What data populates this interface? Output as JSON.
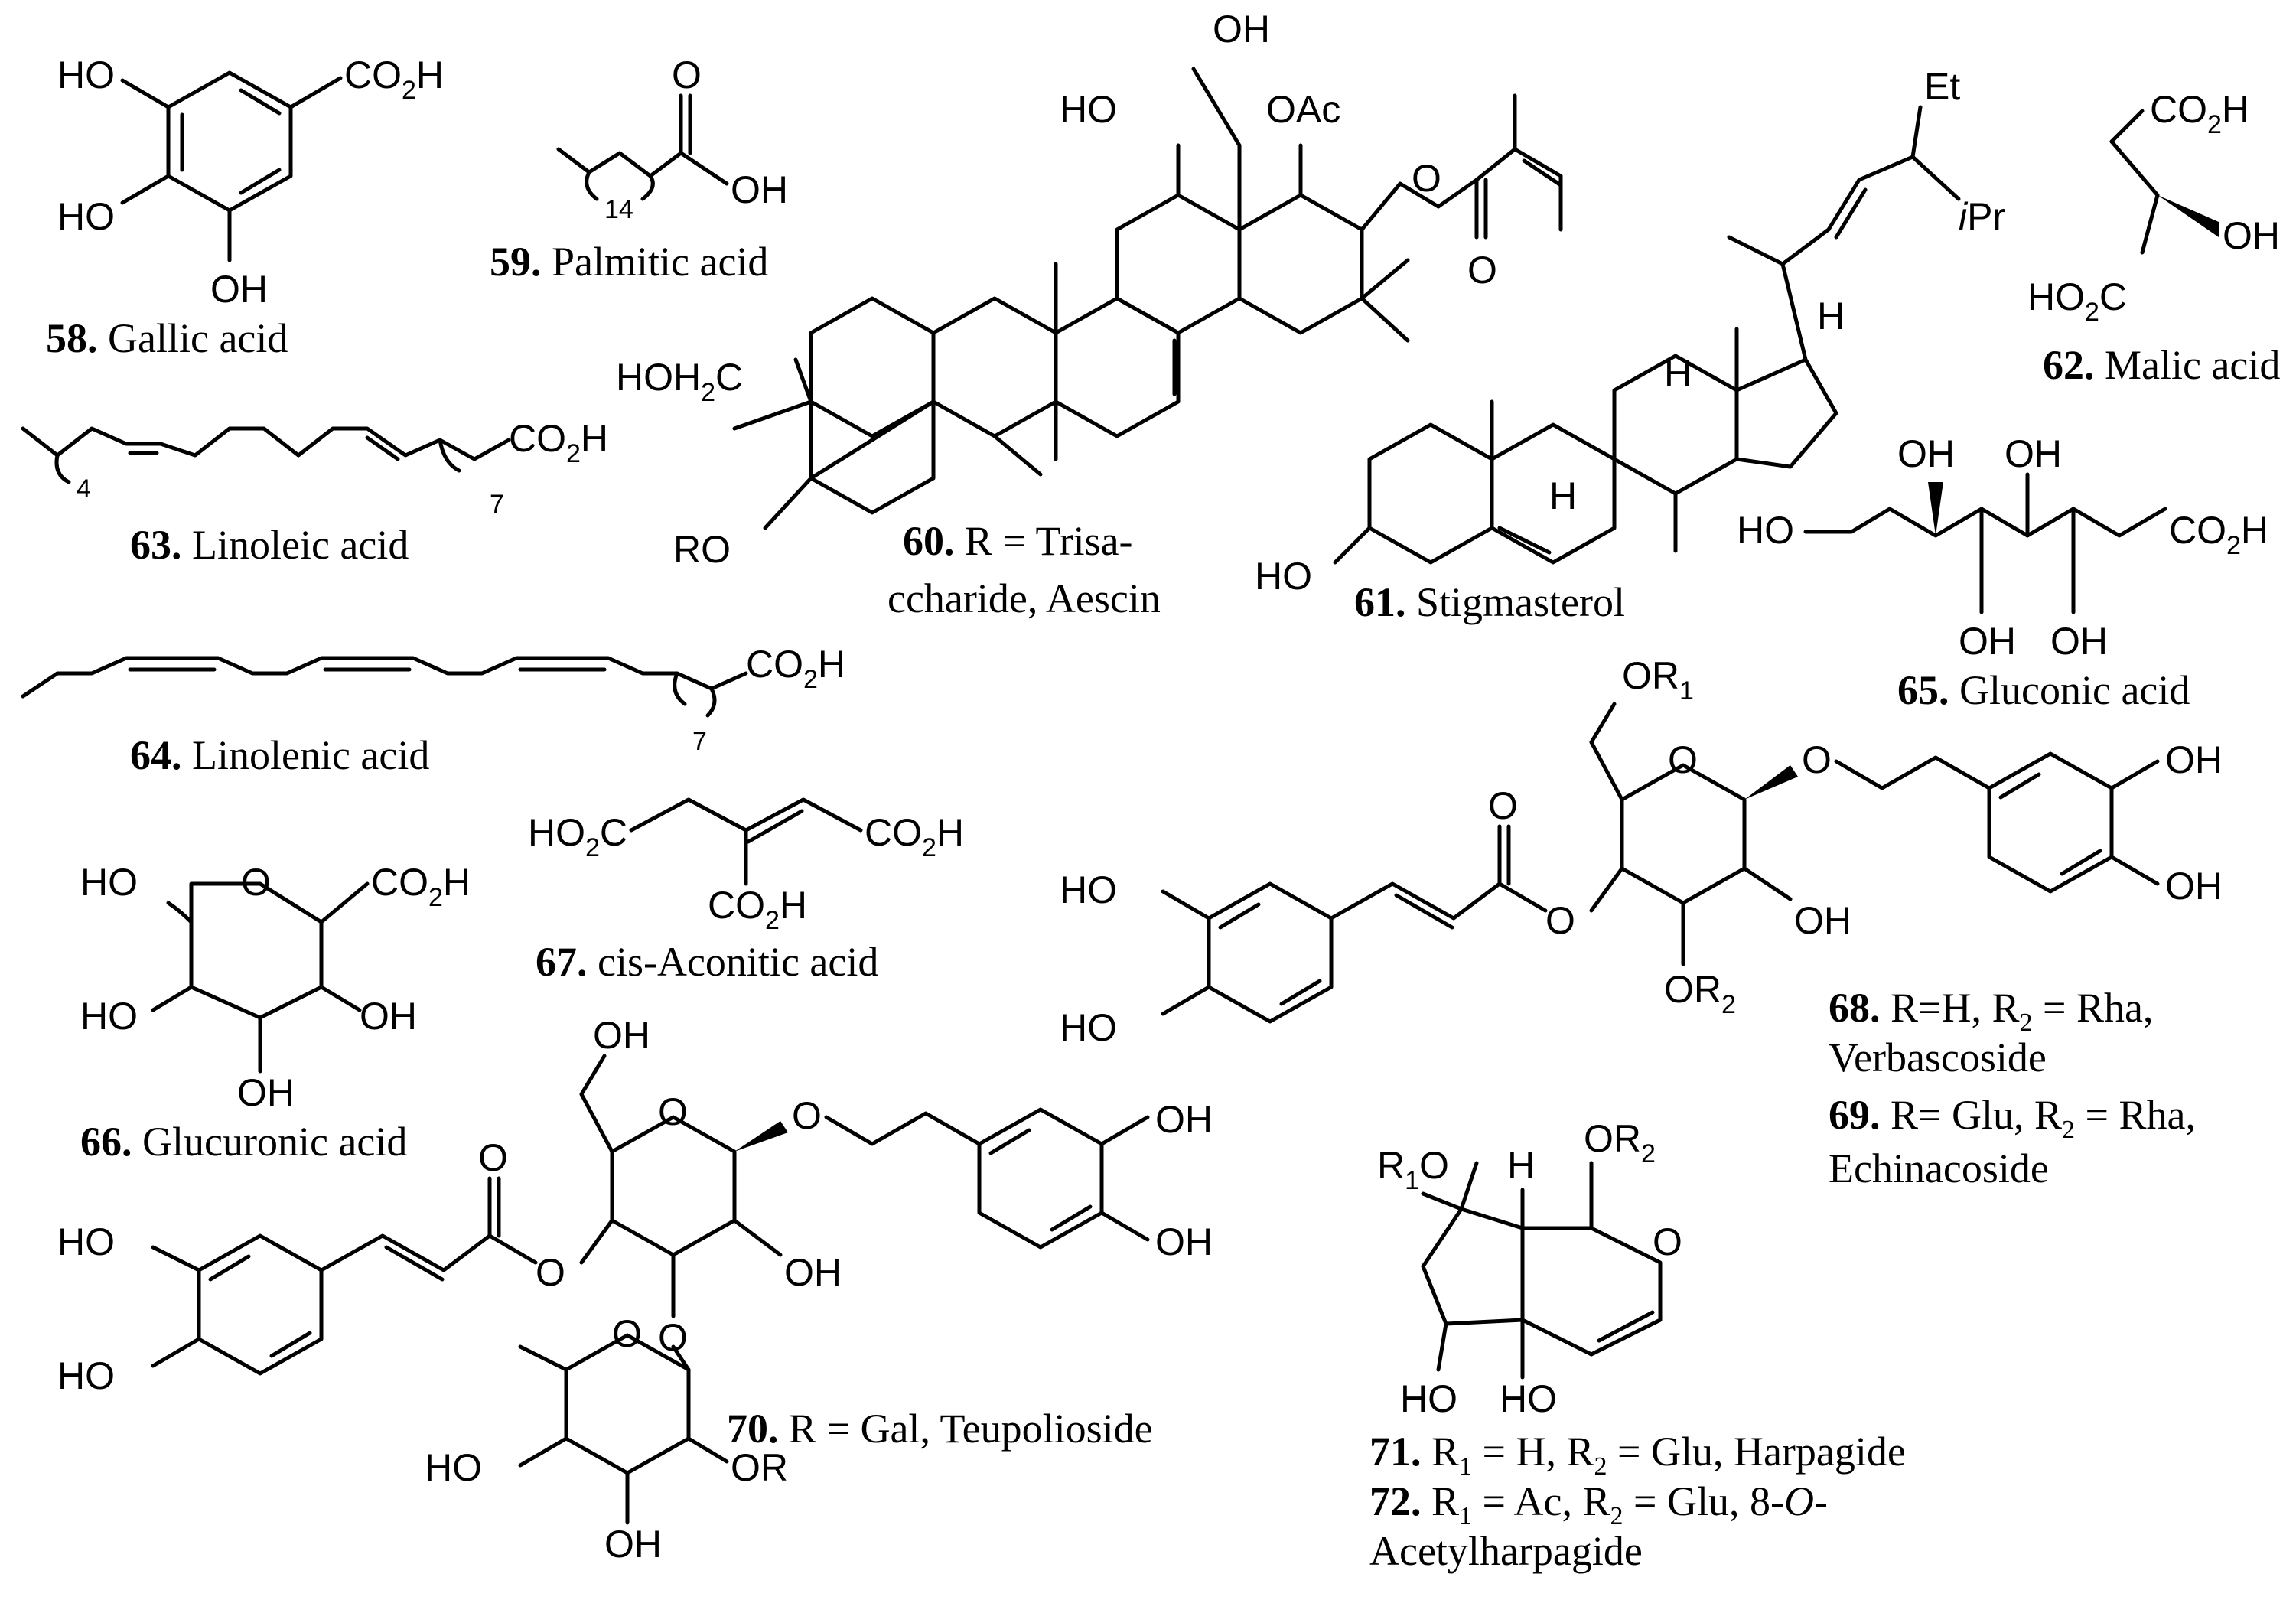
{
  "compounds": [
    {
      "number": "58.",
      "name": "Gallic acid"
    },
    {
      "number": "59.",
      "name": "Palmitic acid"
    },
    {
      "number": "60.",
      "name": "R = Trisa-",
      "name_line2": "ccharide, Aescin"
    },
    {
      "number": "61.",
      "name": "Stigmasterol"
    },
    {
      "number": "62.",
      "name": "Malic acid"
    },
    {
      "number": "63.",
      "name": "Linoleic acid"
    },
    {
      "number": "64.",
      "name": "Linolenic acid"
    },
    {
      "number": "65.",
      "name": "Gluconic acid"
    },
    {
      "number": "66.",
      "name": "Glucuronic acid"
    },
    {
      "number": "67.",
      "name": "cis-Aconitic acid"
    },
    {
      "number": "68.",
      "name": "R=H, R",
      "sub": "2",
      "name_tail": " = Rha,",
      "name_line2": "Verbascoside"
    },
    {
      "number": "69.",
      "name": "R= Glu, R",
      "sub": "2",
      "name_tail": " = Rha,",
      "name_line2": "Echinacoside"
    },
    {
      "number": "70.",
      "name": "R = Gal, Teupolioside"
    },
    {
      "number": "71.",
      "name": "R",
      "sub": "1",
      "name_mid": " = H, R",
      "sub2": "2",
      "name_tail": " = Glu, Harpagide"
    },
    {
      "number": "72.",
      "name": "R",
      "sub": "1",
      "name_mid": " = Ac, R",
      "sub2": "2",
      "name_tail": " = Glu, 8-",
      "italic": "O",
      "name_tail2": "-",
      "name_line2": "Acetylharpagide"
    }
  ],
  "labels": {
    "c58": {
      "oh_top": "HO",
      "co2h": "CO",
      "co2h_sub": "2",
      "co2h_h": "H",
      "oh_mid": "HO",
      "oh_bottom": "OH"
    },
    "c59": {
      "o": "O",
      "oh": "OH",
      "n": "14"
    },
    "c60": {
      "oh_top": "OH",
      "ho": "HO",
      "oac": "OAc",
      "o_ester": "O",
      "o_carbonyl": "O",
      "hoh2c": "HOH",
      "hoh2c_sub": "2",
      "hoh2c_c": "C",
      "ro": "RO"
    },
    "c61": {
      "et": "Et",
      "ipr_i": "i",
      "ipr": "Pr",
      "h1": "H",
      "h2": "H",
      "h3": "H",
      "ho": "HO"
    },
    "c62": {
      "co2h": "CO",
      "co2h_sub": "2",
      "co2h_h": "H",
      "oh": "OH",
      "ho2c": "HO",
      "ho2c_sub": "2",
      "ho2c_c": "C"
    },
    "c63": {
      "n1": "4",
      "n2": "7",
      "co2h": "CO",
      "co2h_sub": "2",
      "co2h_h": "H"
    },
    "c64": {
      "n": "7",
      "co2h": "CO",
      "co2h_sub": "2",
      "co2h_h": "H"
    },
    "c65": {
      "oh1": "OH",
      "oh2": "OH",
      "ho": "HO",
      "co2h": "CO",
      "co2h_sub": "2",
      "co2h_h": "H",
      "oh3": "OH",
      "oh4": "OH"
    },
    "c66": {
      "ho": "HO",
      "o": "O",
      "co2h": "CO",
      "co2h_sub": "2",
      "co2h_h": "H",
      "ho2": "HO",
      "oh": "OH",
      "oh2": "OH"
    },
    "c67": {
      "ho2c": "HO",
      "ho2c_sub": "2",
      "ho2c_c": "C",
      "co2h": "CO",
      "co2h_sub": "2",
      "co2h_h": "H",
      "co2h2": "CO",
      "co2h2_sub": "2",
      "co2h2_h": "H"
    },
    "c68": {
      "or1": "OR",
      "or1_sub": "1",
      "o_ring": "O",
      "o_gly": "O",
      "o_carbonyl": "O",
      "o_ester": "O",
      "oh": "OH",
      "or2": "OR",
      "or2_sub": "2",
      "ho1": "HO",
      "ho2": "HO",
      "oh_a": "OH",
      "oh_b": "OH"
    },
    "c70": {
      "oh_top": "OH",
      "o_ring": "O",
      "o_gly": "O",
      "o_carbonyl": "O",
      "o_ester": "O",
      "oh": "OH",
      "o_link": "O",
      "ho1": "HO",
      "ho2": "HO",
      "oh_a": "OH",
      "oh_b": "OH",
      "o_rha": "O",
      "ho3": "HO",
      "or": "OR",
      "oh_c": "OH"
    },
    "c71": {
      "r1o": "R",
      "r1o_sub": "1",
      "r1o_o": "O",
      "h": "H",
      "or2": "OR",
      "or2_sub": "2",
      "o_ring": "O",
      "ho1": "HO",
      "ho2": "HO"
    }
  }
}
